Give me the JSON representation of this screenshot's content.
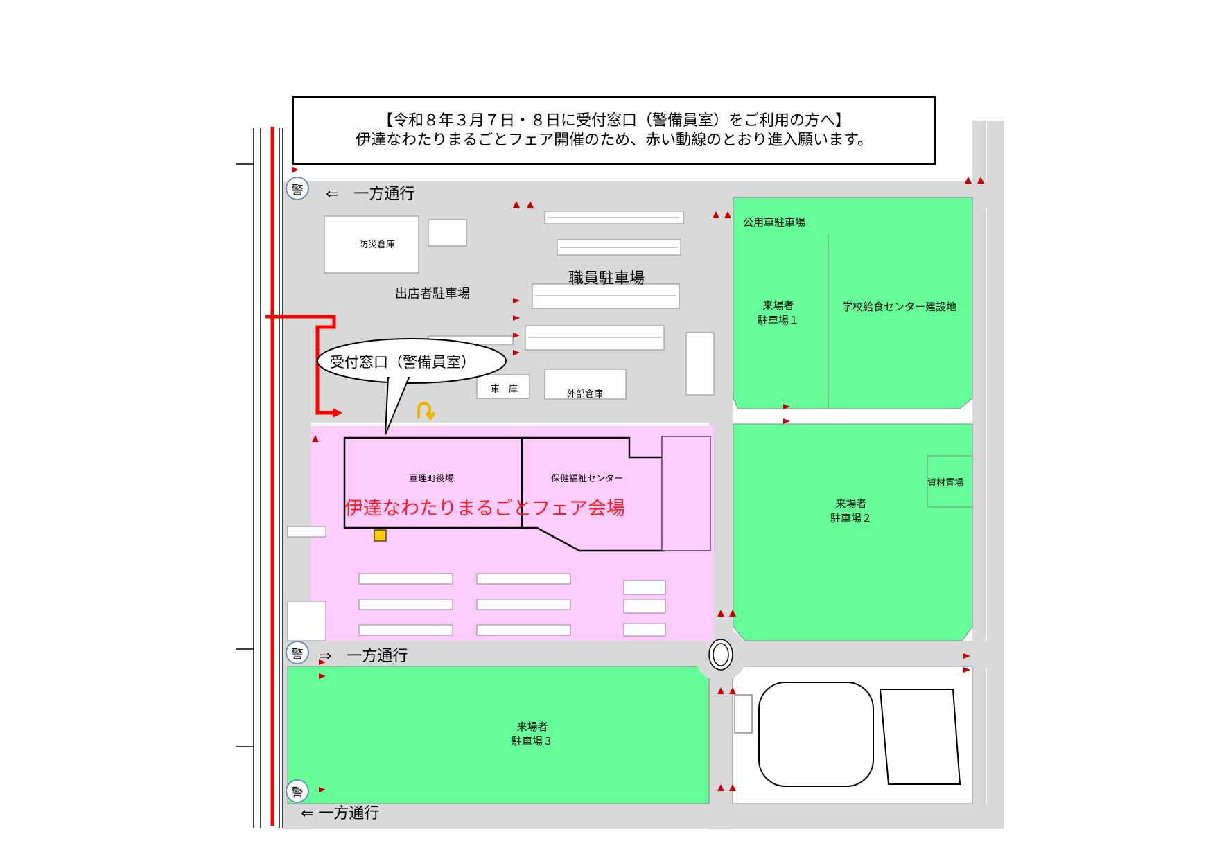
{
  "notice": {
    "line1": "【令和８年３月７日・８日に受付窓口（警備員室）をご利用の方へ】",
    "line2": "伊達なわたりまるごとフェア開催のため、赤い動線のとおり進入願います。"
  },
  "roads": {
    "one_way_top": "⇐　一方通行",
    "one_way_middle": "⇒　一方通行",
    "one_way_bottom": "⇐ 一方通行"
  },
  "guard_symbol": "警",
  "areas": {
    "disaster_storage": "防災倉庫",
    "exhibitor_parking": "出店者駐車場",
    "staff_parking": "職員駐車場",
    "public_vehicle_parking": "公用車駐車場",
    "visitor_parking_1": [
      "来場者",
      "駐車場１"
    ],
    "school_lunch_center_site": "学校給食センター建設地",
    "garage": "車　庫",
    "external_storage": "外部倉庫",
    "reception_bubble": "受付窓口（警備員室）",
    "town_hall": "亘理町役場",
    "health_welfare_center": "保健福祉センター",
    "fair_venue": "伊達なわたりまるごとフェア会場",
    "materials_storage": "資材置場",
    "visitor_parking_2": [
      "来場者",
      "駐車場２"
    ],
    "visitor_parking_3": [
      "来場者",
      "駐車場３"
    ]
  },
  "colors": {
    "road": "#d9d9d9",
    "parking_green": "#66ff99",
    "venue_pink": "#ffccff",
    "route_red": "#ff0000",
    "venue_text_red": "#ff1a1a",
    "flag_red": "#cc0000",
    "u_turn_arrow": "#f0b400",
    "guard_post_yellow": "#ffcc00"
  },
  "icons": [
    "guard-post-icon",
    "u-turn-arrow-icon",
    "traffic-flag-icon",
    "roundabout-icon"
  ]
}
